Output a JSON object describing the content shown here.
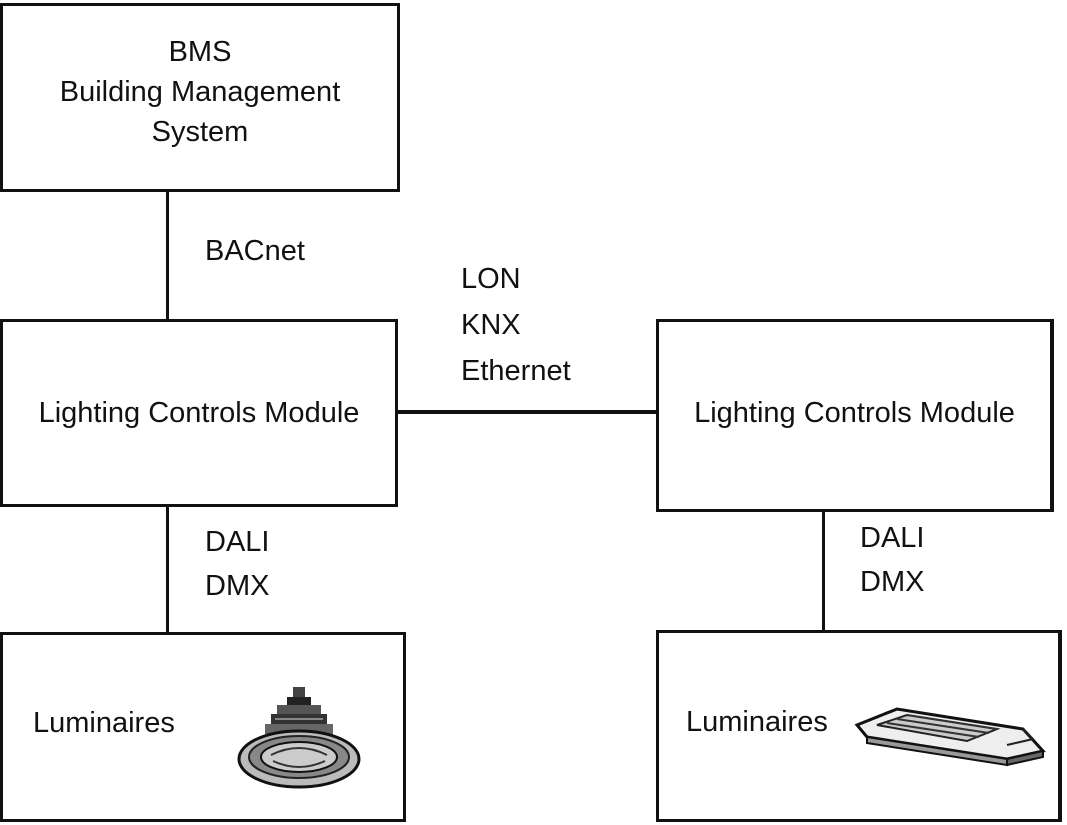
{
  "bms": {
    "lines": [
      "BMS",
      "Building Management",
      "System"
    ]
  },
  "links": {
    "bms_to_lcm": "BACnet",
    "lcm_to_lcm": [
      "LON",
      "KNX",
      "Ethernet"
    ],
    "left_lcm_to_luminaires": [
      "DALI",
      "DMX"
    ],
    "right_lcm_to_luminaires": [
      "DALI",
      "DMX"
    ]
  },
  "lcm_left": {
    "label": "Lighting Controls Module"
  },
  "lcm_right": {
    "label": "Lighting Controls Module"
  },
  "luminaires_left": {
    "label": "Luminaires",
    "icon": "downlight-luminaire-icon"
  },
  "luminaires_right": {
    "label": "Luminaires",
    "icon": "troffer-luminaire-icon"
  }
}
